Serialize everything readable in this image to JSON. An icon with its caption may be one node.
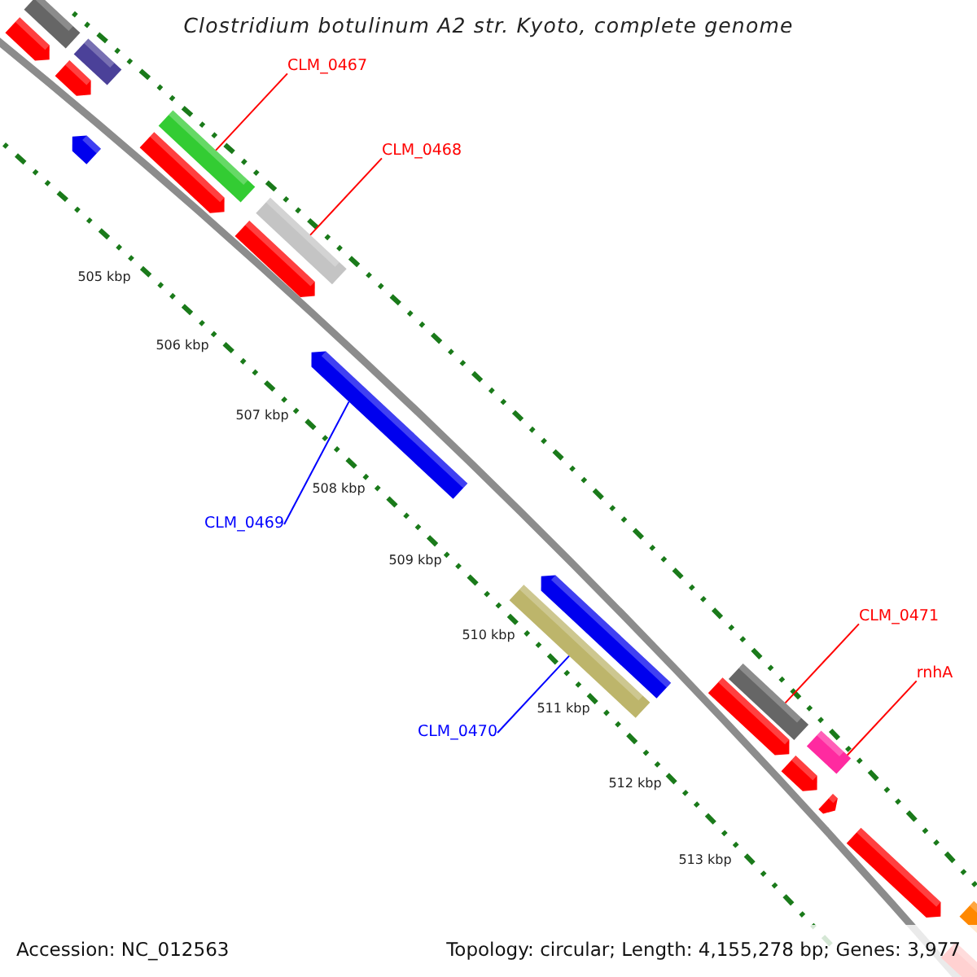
{
  "diagram": {
    "title": "Clostridium botulinum A2 str. Kyoto, complete genome",
    "nodes": [
      {
        "text": [
          "CLM_0467"
        ]
      },
      {
        "text": [],
        "shape": "bar"
      },
      {
        "text": [
          "CLM_0468"
        ]
      },
      {
        "text": [],
        "shape": "bar"
      },
      {
        "text": [
          "CLM_0469"
        ]
      },
      {
        "text": [],
        "shape": "bar"
      },
      {
        "text": [
          "CLM_0470"
        ]
      },
      {
        "text": [],
        "shape": "bar"
      },
      {
        "text": [
          "CLM_0471"
        ]
      },
      {
        "text": [],
        "shape": "bar"
      },
      {
        "text": [
          "rnhA"
        ]
      },
      {
        "text": [],
        "shape": "bar"
      }
    ],
    "edges": [
      {
        "from": 0,
        "to": 1,
        "arrow": "none"
      },
      {
        "from": 2,
        "to": 3,
        "arrow": "none"
      },
      {
        "from": 4,
        "to": 5,
        "arrow": "none",
        "color": "#0000ff"
      },
      {
        "from": 6,
        "to": 7,
        "arrow": "none",
        "color": "#0000ff"
      },
      {
        "from": 8,
        "to": 9,
        "arrow": "none"
      },
      {
        "from": 10,
        "to": 11,
        "arrow": "none"
      }
    ],
    "labels": [
      "505 kbp",
      "506 kbp",
      "507 kbp",
      "508 kbp",
      "509 kbp",
      "510 kbp",
      "511 kbp",
      "512 kbp",
      "513 kbp",
      "Accession: NC_012563",
      "Topology: circular; Length: 4,155,278 bp; Genes: 3,977"
    ]
  }
}
